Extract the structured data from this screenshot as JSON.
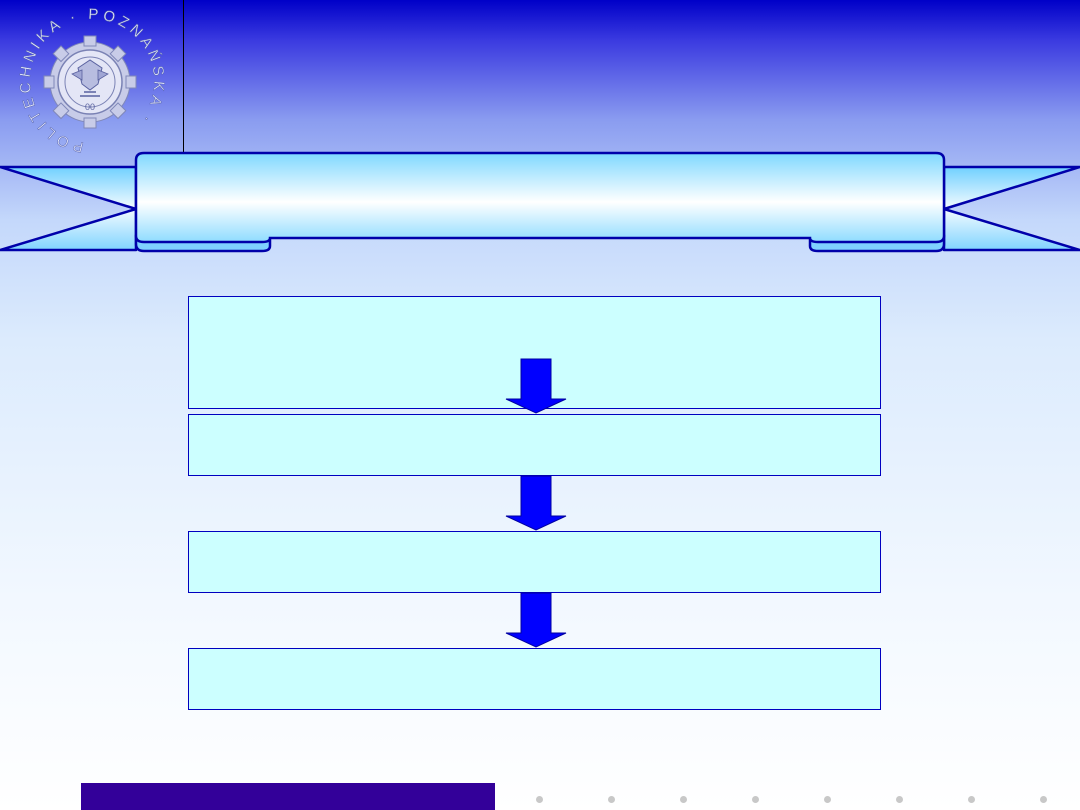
{
  "header": {
    "logo_ring_text": "POLITECHNIKA · POZNAŃSKA ·",
    "logo_year": "00",
    "title": ""
  },
  "flow": {
    "boxes": [
      {
        "label": ""
      },
      {
        "label": ""
      },
      {
        "label": ""
      },
      {
        "label": ""
      }
    ]
  },
  "footer": {
    "dot_count": 8
  },
  "colors": {
    "header_blue": "#0000c8",
    "box_fill": "#ccffff",
    "box_border": "#0000c0",
    "arrow": "#0000ff",
    "footer_bar": "#330099",
    "banner_outline": "#0000aa"
  }
}
